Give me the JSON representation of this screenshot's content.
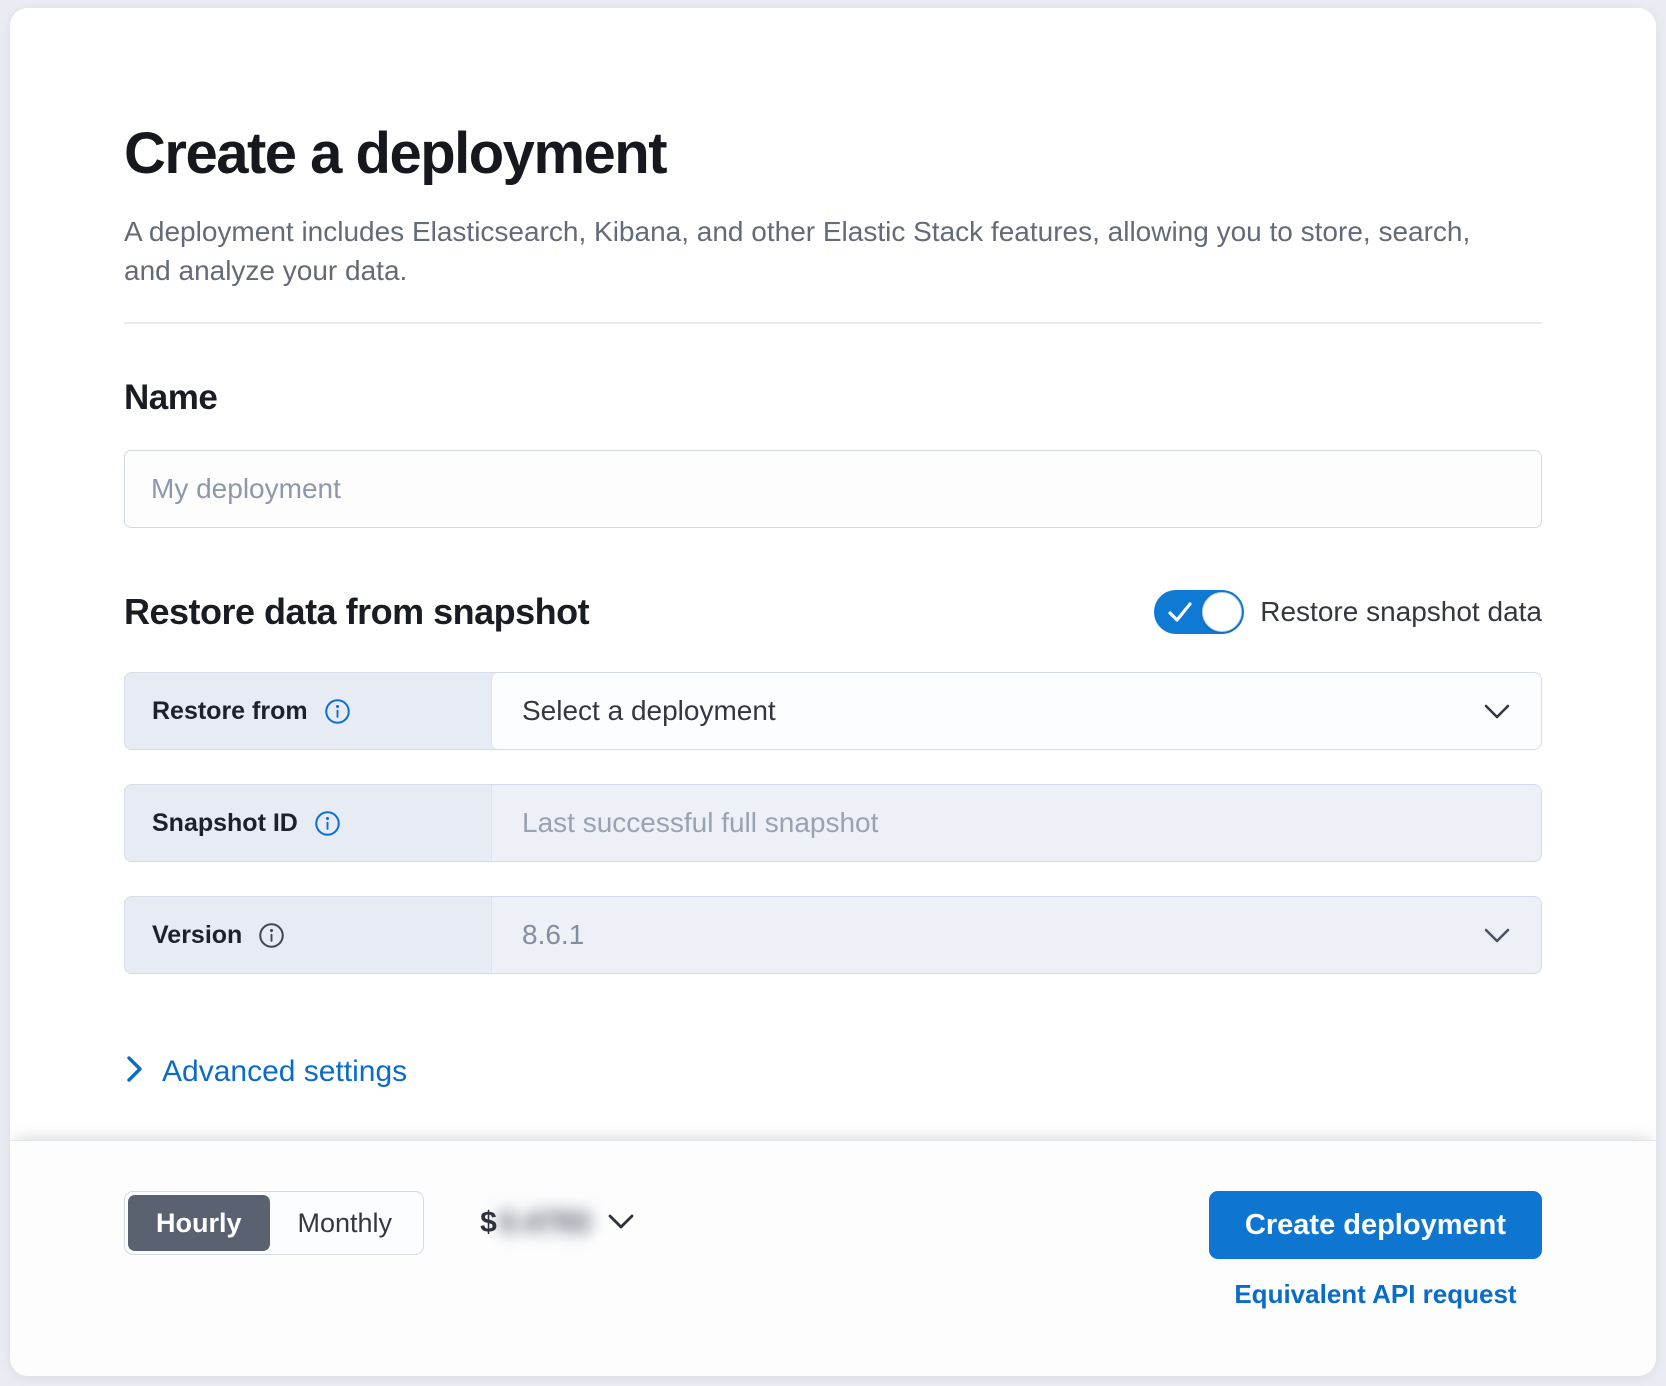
{
  "page": {
    "title": "Create a deployment",
    "subtitle": "A deployment includes Elasticsearch, Kibana, and other Elastic Stack features, allowing you to store, search, and analyze your data."
  },
  "name_section": {
    "heading": "Name",
    "input_value": "",
    "input_placeholder": "My deployment"
  },
  "snapshot_section": {
    "heading": "Restore data from snapshot",
    "toggle_label": "Restore snapshot data",
    "toggle_state": "on",
    "rows": [
      {
        "label": "Restore from",
        "info_icon": "info-in-circle",
        "value": "Select a deployment",
        "control": "select",
        "enabled": true
      },
      {
        "label": "Snapshot ID",
        "info_icon": "info-in-circle",
        "value": "Last successful full snapshot",
        "control": "text-input",
        "enabled": false
      },
      {
        "label": "Version",
        "info_icon": "info-in-circle",
        "value": "8.6.1",
        "control": "select",
        "enabled": false
      }
    ]
  },
  "advanced_settings": {
    "label": "Advanced settings",
    "icon": "chevron-right"
  },
  "footer": {
    "billing_period": {
      "options": [
        "Hourly",
        "Monthly"
      ],
      "selected": "Hourly"
    },
    "price": {
      "currency_symbol": "$",
      "amount": "0.4793",
      "amount_obscured": true,
      "icon": "chevron-down"
    },
    "create_button_label": "Create deployment",
    "api_link_label": "Equivalent API request"
  },
  "colors": {
    "primary_blue": "#0e76d1",
    "toggle_blue": "#0e7ad3",
    "link_blue": "#0b6cc8",
    "selected_segment": "#5a6271",
    "label_cell_bg": "#e7ebf3",
    "disabled_field_bg": "#edf0f6",
    "page_bg": "#e9ecf2"
  }
}
